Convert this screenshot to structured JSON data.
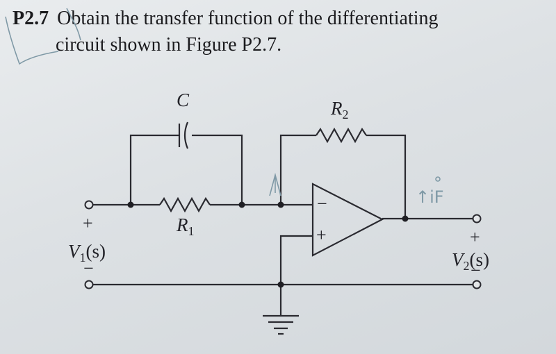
{
  "problem": {
    "number": "P2.7",
    "text_line1": "Obtain the transfer function of the differentiating",
    "text_line2": "circuit shown in Figure P2.7."
  },
  "circuit": {
    "capacitor_label": "C",
    "resistor1_label": "R",
    "resistor1_subscript": "1",
    "resistor2_label": "R",
    "resistor2_subscript": "2",
    "input_label": "V",
    "input_subscript": "1",
    "input_arg": "(s)",
    "output_label": "V",
    "output_subscript": "2",
    "output_arg": "(s)",
    "plus_sign": "+",
    "minus_sign": "−",
    "opamp_minus": "−",
    "opamp_plus": "+",
    "handwritten_note": "↑iF"
  }
}
